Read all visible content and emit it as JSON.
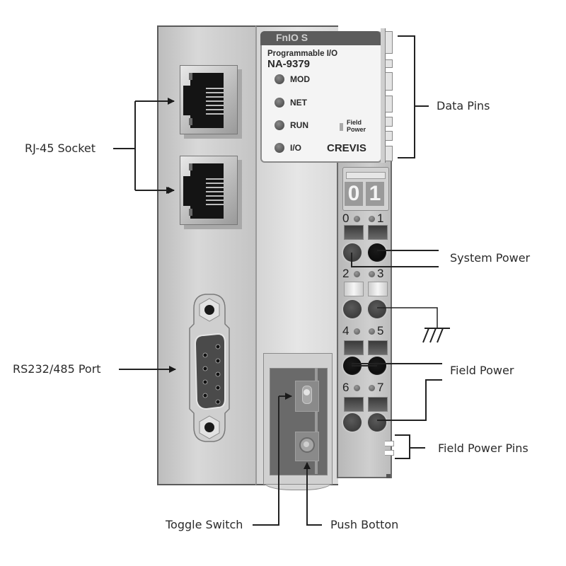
{
  "device": {
    "series_tab": "FnIO S",
    "product_type": "Programmable I/O",
    "model": "NA-9379",
    "brand": "CREVIS",
    "leds": [
      {
        "label": "MOD"
      },
      {
        "label": "NET"
      },
      {
        "label": "RUN"
      },
      {
        "label": "I/O"
      }
    ],
    "field_power_indicator": {
      "line1": "Field",
      "line2": "Power"
    },
    "channel_digits": [
      "0",
      "1"
    ],
    "terminal_numbers": [
      "0",
      "1",
      "2",
      "3",
      "4",
      "5",
      "6",
      "7"
    ]
  },
  "callouts": {
    "rj45": "RJ-45 Socket",
    "rs232": "RS232/485 Port",
    "data_pins": "Data Pins",
    "system_power": "System Power",
    "field_power": "Field Power",
    "field_power_pins": "Field Power Pins",
    "toggle_switch": "Toggle Switch",
    "push_button": "Push Botton"
  }
}
